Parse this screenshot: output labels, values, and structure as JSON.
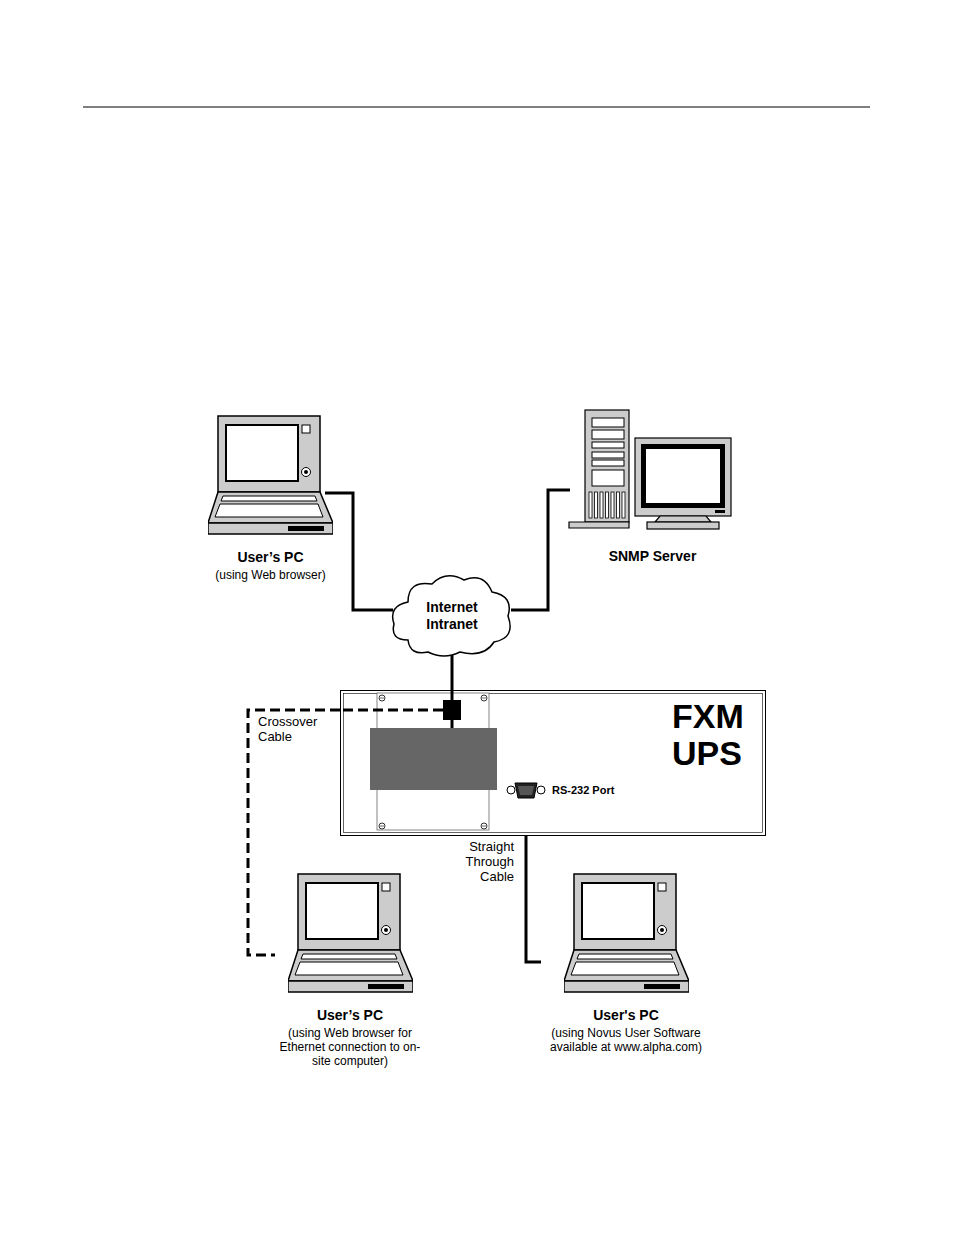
{
  "diagram": {
    "nodes": [
      {
        "text": [
          "User’s PC",
          "(using Web browser)"
        ]
      },
      {
        "text": [
          "SNMP Server"
        ]
      },
      {
        "text": [
          "Internet Intranet"
        ]
      },
      {
        "text": [
          "FXM UPS"
        ]
      },
      {
        "text": [
          "RS-232 Port"
        ],
        "in": 3
      },
      {
        "text": [
          "User’s PC",
          "(using Web browser for Ethernet connection to on-site computer)"
        ]
      },
      {
        "text": [
          "User's PC",
          "(using Novus User Software available at www.alpha.com)"
        ]
      }
    ],
    "edges": [
      {
        "from": 0,
        "to": 2,
        "arrow": "none"
      },
      {
        "from": 1,
        "to": 2,
        "arrow": "none"
      },
      {
        "from": 2,
        "to": 3,
        "arrow": "none"
      },
      {
        "from": 3,
        "to": 5,
        "label": "Crossover Cable",
        "arrow": "none"
      },
      {
        "from": 4,
        "to": 6,
        "label": "Straight Through Cable",
        "arrow": "none"
      }
    ]
  }
}
